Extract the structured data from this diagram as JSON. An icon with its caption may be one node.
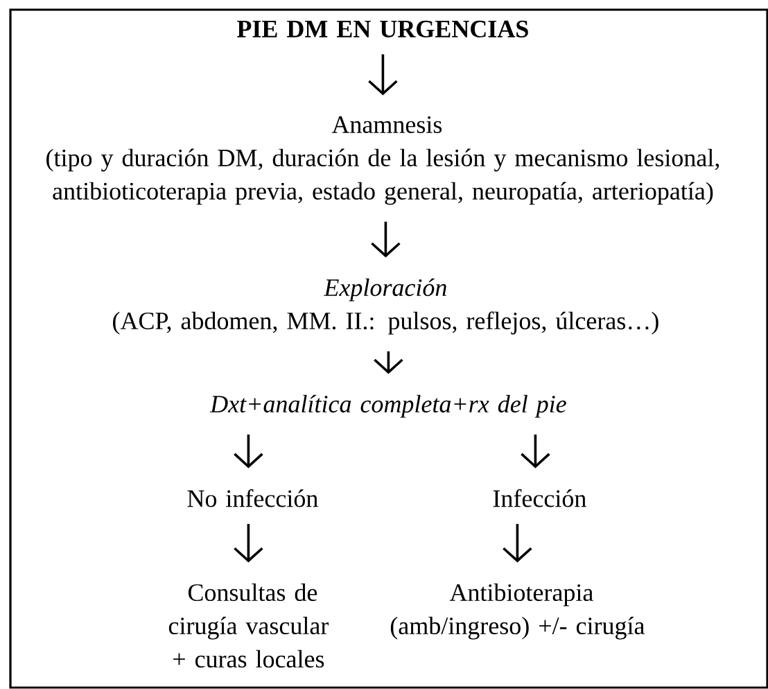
{
  "diagram": {
    "nodes": [
      {
        "text": [],
        "shape": "box"
      },
      {
        "text": [
          "PIE DM EN URGENCIAS"
        ],
        "in": 0
      },
      {
        "text": [
          "Anamnesis",
          "(tipo y duración DM, duración de la lesión y mecanismo lesional, antibioticoterapia previa, estado general, neuropatía, arteriopatía)"
        ],
        "in": 0
      },
      {
        "text": [
          "Exploración",
          "(ACP, abdomen, MM. II.: pulsos, reflejos, úlceras…)"
        ],
        "in": 0
      },
      {
        "text": [
          "Dxt+analítica completa+rx del pie"
        ],
        "in": 0
      },
      {
        "text": [
          "No infección"
        ],
        "in": 0
      },
      {
        "text": [
          "Infección"
        ],
        "in": 0
      },
      {
        "text": [
          "Consultas de cirugía vascular + curas locales"
        ],
        "in": 0
      },
      {
        "text": [
          "Antibioterapia (amb/ingreso) +/- cirugía"
        ],
        "in": 0
      }
    ],
    "edges": [
      {
        "from": 1,
        "to": 2,
        "arrow": "to"
      },
      {
        "from": 2,
        "to": 3,
        "arrow": "to"
      },
      {
        "from": 3,
        "to": 4,
        "arrow": "to"
      },
      {
        "from": 4,
        "to": 5,
        "arrow": "to"
      },
      {
        "from": 4,
        "to": 6,
        "arrow": "to"
      },
      {
        "from": 5,
        "to": 7,
        "arrow": "to"
      },
      {
        "from": 6,
        "to": 8,
        "arrow": "to"
      }
    ]
  }
}
